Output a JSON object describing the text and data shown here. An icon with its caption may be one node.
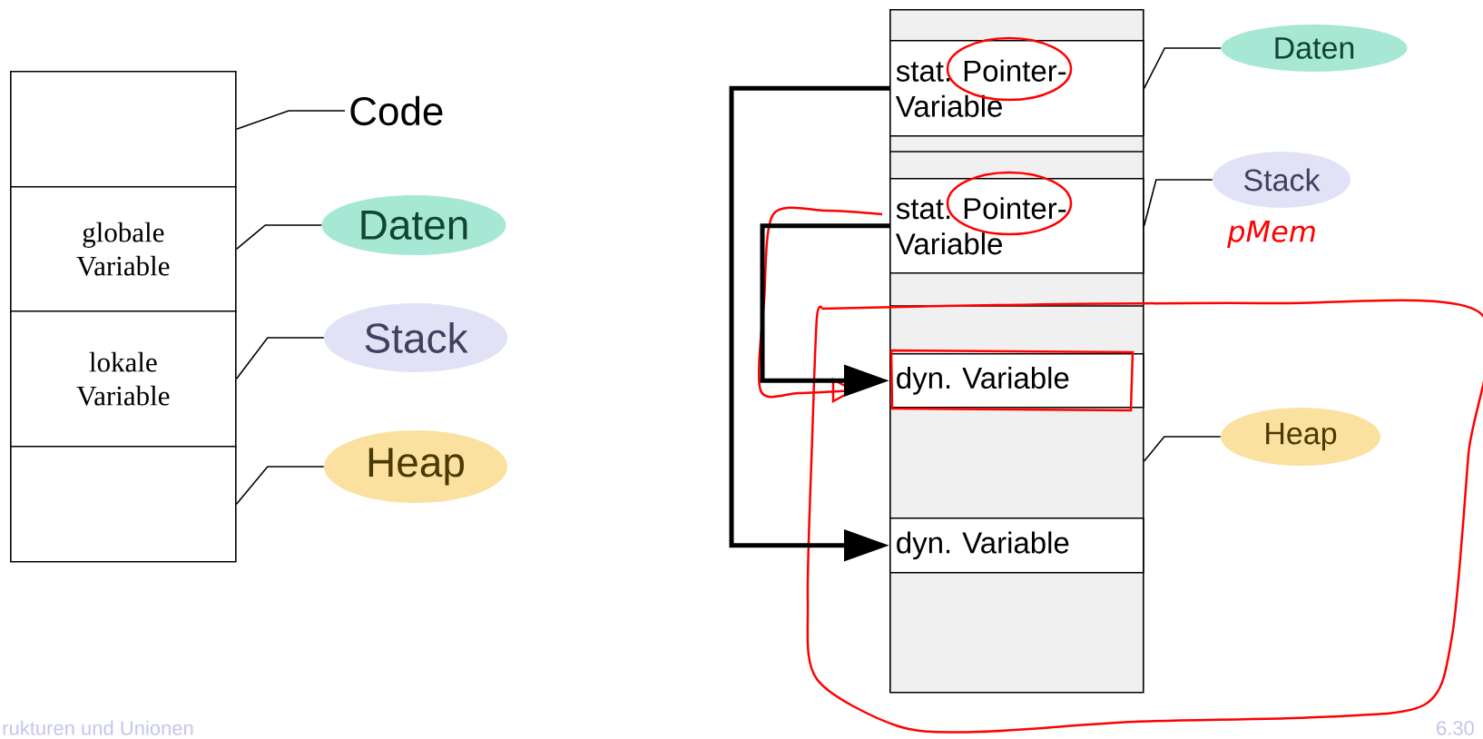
{
  "diagram": {
    "nodes": [
      {
        "text": [],
        "shape": "box"
      },
      {
        "text": [
          "globale Variable"
        ]
      },
      {
        "text": [
          "lokale Variable"
        ]
      },
      {
        "text": [],
        "shape": "box"
      },
      {
        "text": [
          "Code"
        ]
      },
      {
        "text": [
          "Daten"
        ]
      },
      {
        "text": [
          "Stack"
        ]
      },
      {
        "text": [
          "Heap"
        ]
      },
      {
        "text": [],
        "shape": "box"
      },
      {
        "text": [
          "stat. Pointer-Variable"
        ],
        "in": 8
      },
      {
        "text": [
          "stat. Pointer-Variable"
        ],
        "in": 8
      },
      {
        "text": [
          "dyn. Variable"
        ],
        "in": 8
      },
      {
        "text": [
          "dyn. Variable"
        ],
        "in": 8
      },
      {
        "text": [
          "Daten"
        ]
      },
      {
        "text": [
          "Stack"
        ]
      },
      {
        "text": [
          "Heap"
        ]
      }
    ],
    "edges": [
      {
        "from": 4,
        "to": 0,
        "arrow": "none"
      },
      {
        "from": 5,
        "to": 1,
        "arrow": "none"
      },
      {
        "from": 6,
        "to": 2,
        "arrow": "none"
      },
      {
        "from": 7,
        "to": 3,
        "arrow": "none"
      },
      {
        "from": 13,
        "to": 9,
        "arrow": "none"
      },
      {
        "from": 14,
        "to": 10,
        "arrow": "none"
      },
      {
        "from": 15,
        "to": 8,
        "arrow": "none"
      },
      {
        "from": 9,
        "to": 12,
        "arrow": "to",
        "style": "thick"
      },
      {
        "from": 10,
        "to": 11,
        "arrow": "to",
        "style": "thick"
      }
    ],
    "labels": [
      "pMem",
      "rukturen und Unionen",
      "6.30"
    ]
  }
}
